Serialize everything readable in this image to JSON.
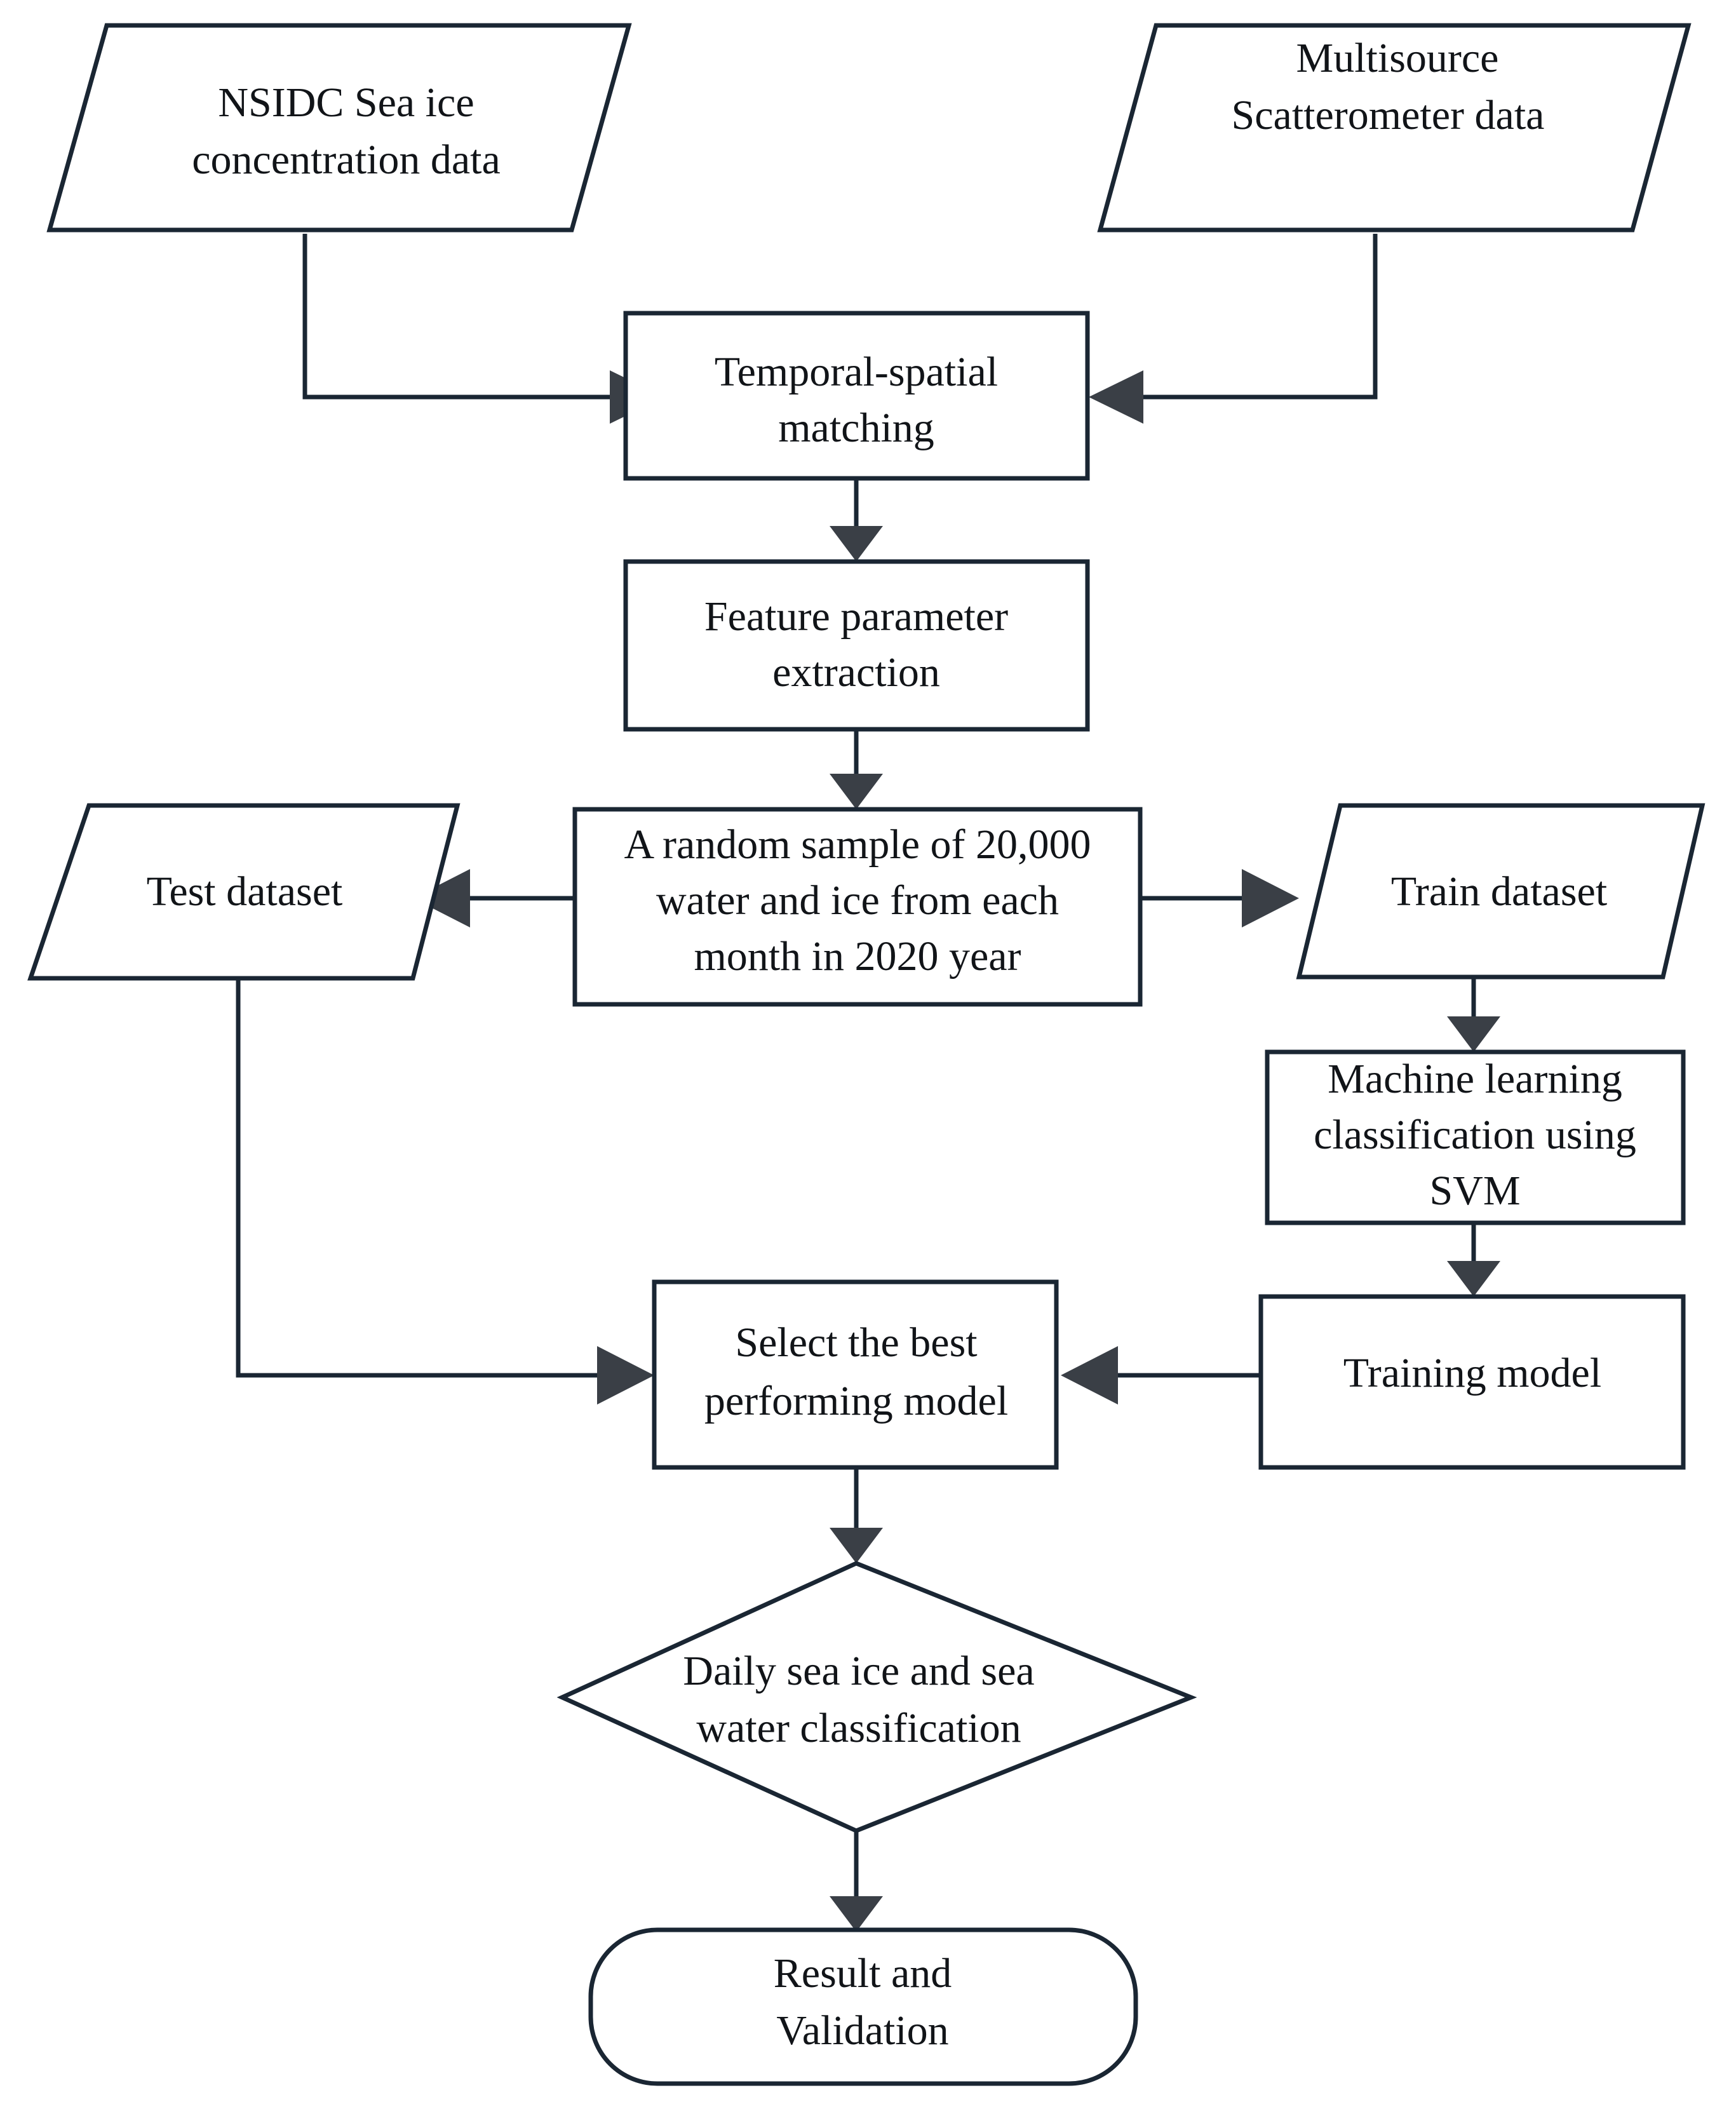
{
  "diagram": {
    "title": "Sea ice / sea water classification workflow",
    "background_color": "#ffffff",
    "line_color": "#1a2633",
    "arrow_color": "#3a3f46",
    "text_color": "#111418"
  },
  "nodes": {
    "nsidc": {
      "shape": "parallelogram",
      "line1": "NSIDC Sea ice",
      "line2": "concentration data"
    },
    "multisource": {
      "shape": "parallelogram",
      "line1": "Multisource",
      "line2": "Scatterometer data"
    },
    "matching": {
      "shape": "rectangle",
      "line1": "Temporal-spatial",
      "line2": "matching"
    },
    "feature": {
      "shape": "rectangle",
      "line1": "Feature parameter",
      "line2": "extraction"
    },
    "sample": {
      "shape": "rectangle",
      "line1": "A random sample of 20,000",
      "line2": "water and ice from each",
      "line3": "month in 2020 year"
    },
    "test_dataset": {
      "shape": "parallelogram",
      "line1": "Test dataset"
    },
    "train_dataset": {
      "shape": "parallelogram",
      "line1": "Train dataset"
    },
    "ml_svm": {
      "shape": "rectangle",
      "line1": "Machine learning",
      "line2": "classification using",
      "line3": "SVM"
    },
    "training_model": {
      "shape": "rectangle",
      "line1": "Training model"
    },
    "select_best": {
      "shape": "rectangle",
      "line1": "Select the best",
      "line2": "performing model"
    },
    "decision": {
      "shape": "diamond",
      "line1": "Daily sea ice and sea",
      "line2": "water classification"
    },
    "result": {
      "shape": "rounded-rectangle",
      "line1": "Result and",
      "line2": "Validation"
    }
  },
  "edges": [
    {
      "id": "nsidc-to-matching",
      "from": "nsidc",
      "to": "matching",
      "arrow": "right"
    },
    {
      "id": "multisource-to-matching",
      "from": "multisource",
      "to": "matching",
      "arrow": "left"
    },
    {
      "id": "matching-to-feature",
      "from": "matching",
      "to": "feature",
      "arrow": "down"
    },
    {
      "id": "feature-to-sample",
      "from": "feature",
      "to": "sample",
      "arrow": "down"
    },
    {
      "id": "sample-to-test",
      "from": "sample",
      "to": "test_dataset",
      "arrow": "left"
    },
    {
      "id": "sample-to-train",
      "from": "sample",
      "to": "train_dataset",
      "arrow": "right"
    },
    {
      "id": "train-to-ml",
      "from": "train_dataset",
      "to": "ml_svm",
      "arrow": "down"
    },
    {
      "id": "ml-to-training-model",
      "from": "ml_svm",
      "to": "training_model",
      "arrow": "down"
    },
    {
      "id": "training-model-to-select",
      "from": "training_model",
      "to": "select_best",
      "arrow": "left"
    },
    {
      "id": "test-to-select",
      "from": "test_dataset",
      "to": "select_best",
      "arrow": "right"
    },
    {
      "id": "select-to-decision",
      "from": "select_best",
      "to": "decision",
      "arrow": "down"
    },
    {
      "id": "decision-to-result",
      "from": "decision",
      "to": "result",
      "arrow": "down"
    }
  ]
}
